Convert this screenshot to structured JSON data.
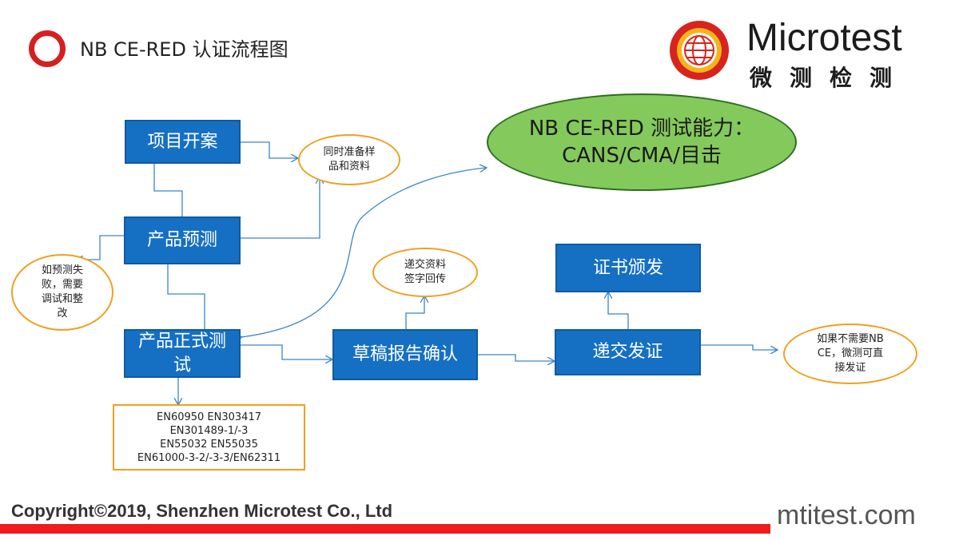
{
  "header": {
    "title": "NB CE-RED 认证流程图",
    "logo_name": "Microtest",
    "logo_cn": "微测检测"
  },
  "colors": {
    "box_blue": "#1570c4",
    "oval_border": "#f0a020",
    "capability_green": "#84c95c",
    "accent_red": "#ee1c1c",
    "connector": "#3a86c8"
  },
  "flow": {
    "project_start": "项目开案",
    "product_pretest": "产品预测",
    "formal_test_line1": "产品正式测",
    "formal_test_line2": "试",
    "draft_confirm": "草稿报告确认",
    "submit_cert": "递交发证",
    "cert_issue": "证书颁发"
  },
  "notes": {
    "samples_line1": "同时准备样",
    "samples_line2": "品和资料",
    "pretest_fail_line1": "如预测失",
    "pretest_fail_line2": "败，需要",
    "pretest_fail_line3": "调试和整",
    "pretest_fail_line4": "改",
    "sign_line1": "递交资料",
    "sign_line2": "签字回传",
    "no_nb_line1": "如果不需要NB",
    "no_nb_line2": "CE，微测可直",
    "no_nb_line3": "接发证"
  },
  "capability": {
    "line1": "NB CE-RED 测试能力：",
    "line2": "CANS/CMA/目击"
  },
  "standards": [
    "EN60950 EN303417",
    "EN301489-1/-3",
    "EN55032 EN55035",
    "EN61000-3-2/-3-3/EN62311"
  ],
  "footer": {
    "copyright": "Copyright©2019, Shenzhen Microtest Co., Ltd",
    "website": "mtitest.com"
  }
}
